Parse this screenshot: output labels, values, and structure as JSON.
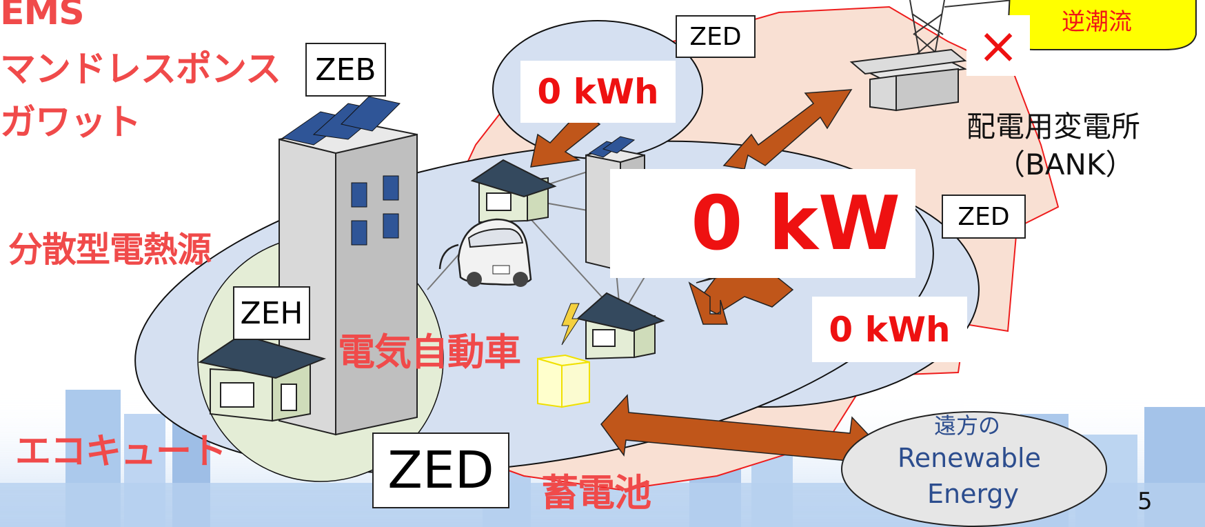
{
  "left_terms": {
    "ems": "EMS",
    "demand_response": "マンドレスポンス",
    "negawatt": "ガワット",
    "distributed_heat": "分散型電熱源",
    "ecocute": "エコキュート"
  },
  "building_labels": {
    "zeb": "ZEB",
    "zeh": "ZEH",
    "zed_top": "ZED",
    "zed_right": "ZED",
    "zed_main": "ZED"
  },
  "energy_labels": {
    "kwh_top": "0 kWh",
    "kw_center": "0 kW",
    "kwh_right": "0 kWh"
  },
  "device_labels": {
    "ev": "電気自動車",
    "battery": "蓄電池"
  },
  "substation": {
    "line1": "配電用変電所",
    "line2": "（BANK）",
    "block_mark": "×"
  },
  "reverse_flow": "逆潮流",
  "remote_renewable": {
    "line1": "遠方の",
    "line2": "Renewable",
    "line3": "Energy"
  },
  "page_number": "5",
  "colors": {
    "red_text": "#f01616",
    "salmon_text": "#f04a4a",
    "arrow_brown": "#c0561a",
    "region_pink": "#f9e0d3",
    "cluster_blue": "#d5e0f1",
    "zeh_green": "#e4edd6",
    "callout_yellow": "#ffff00",
    "renewable_text": "#2c4d8e"
  }
}
